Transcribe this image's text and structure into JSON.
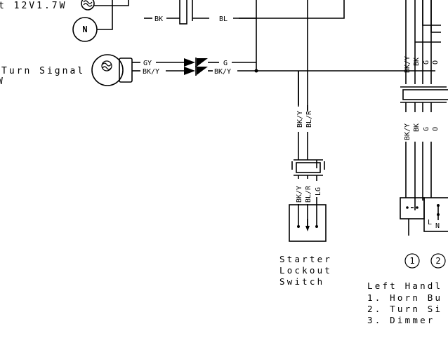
{
  "lamp_rating": "t 12V1.7W",
  "neutral_indicator": "N",
  "turn_signal_label": "Turn Signal",
  "turn_signal_rating": "W",
  "wire_labels": {
    "bk_top": "BK",
    "bl_top": "BL",
    "gy": "GY",
    "bk_y_left": "BK/Y",
    "g": "G",
    "bk_y_right": "BK/Y",
    "bk_y_down": "BK/Y",
    "bl_r_down": "BL/R",
    "bk_y_sw": "BK/Y",
    "bl_r_sw": "BL/R",
    "lg_sw": "LG",
    "rh_bk_y_1": "BK/Y",
    "rh_bk_1": "BK",
    "rh_g_1": "G",
    "rh_o_1": "O",
    "rh_bk_y_2": "BK/Y",
    "rh_bk_2": "BK",
    "rh_g_2": "G",
    "rh_o_2": "O"
  },
  "starter_lockout": [
    "Starter",
    "Lockout",
    "Switch"
  ],
  "switch_markers": [
    "L",
    "N"
  ],
  "circled_numbers": [
    "1",
    "2"
  ],
  "legend": {
    "title": "Left Handl",
    "items": [
      "1.  Horn Bu",
      "2.  Turn Si",
      "3.  Dimmer"
    ]
  }
}
